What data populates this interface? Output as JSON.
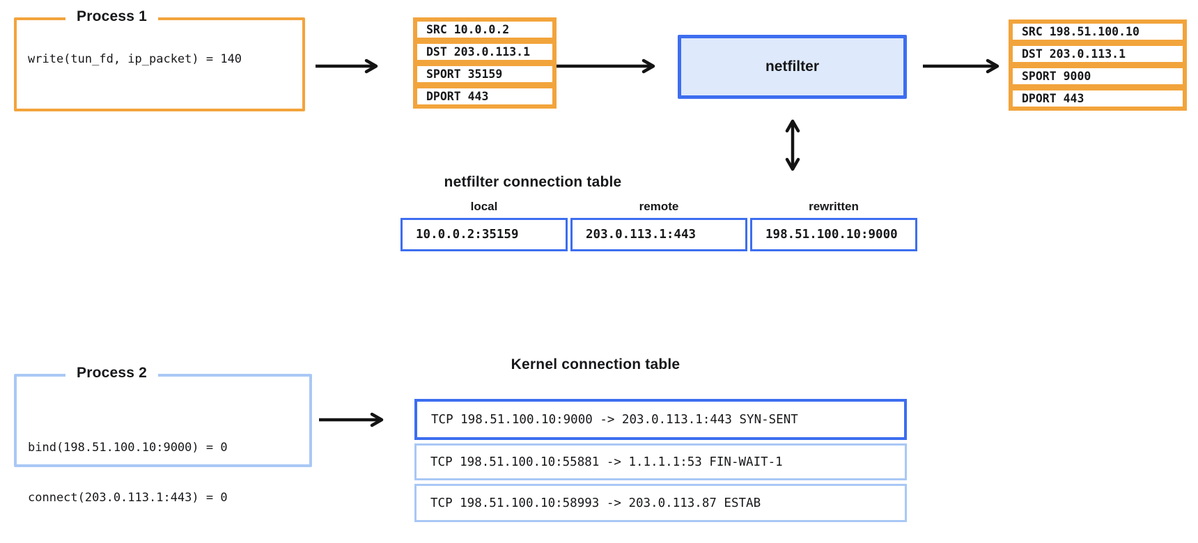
{
  "colors": {
    "orange": "#F2A43C",
    "blue": "#3D6EF0",
    "light_blue": "#A9C8F5",
    "blue_fill": "#DEE9FB",
    "arrow_black": "#141414"
  },
  "process1": {
    "title": "Process 1",
    "lines": [
      "write(tun_fd, ip_packet) = 140"
    ]
  },
  "packet_in": {
    "rows": [
      "SRC 10.0.0.2",
      "DST 203.0.113.1",
      "SPORT 35159",
      "DPORT 443"
    ]
  },
  "netfilter": {
    "label": "netfilter"
  },
  "packet_out": {
    "rows": [
      "SRC 198.51.100.10",
      "DST 203.0.113.1",
      "SPORT 9000",
      "DPORT 443"
    ]
  },
  "nf_table": {
    "title": "netfilter connection table",
    "columns": [
      "local",
      "remote",
      "rewritten"
    ],
    "cells": [
      "10.0.0.2:35159",
      "203.0.113.1:443",
      "198.51.100.10:9000"
    ]
  },
  "process2": {
    "title": "Process 2",
    "lines": [
      "bind(198.51.100.10:9000) = 0",
      "connect(203.0.113.1:443) = 0"
    ]
  },
  "kernel_table": {
    "title": "Kernel connection table",
    "rows": [
      {
        "text": "TCP 198.51.100.10:9000 -> 203.0.113.1:443 SYN-SENT",
        "highlight": true
      },
      {
        "text": "TCP 198.51.100.10:55881 -> 1.1.1.1:53 FIN-WAIT-1",
        "highlight": false
      },
      {
        "text": "TCP 198.51.100.10:58993 -> 203.0.113.87 ESTAB",
        "highlight": false
      }
    ]
  }
}
